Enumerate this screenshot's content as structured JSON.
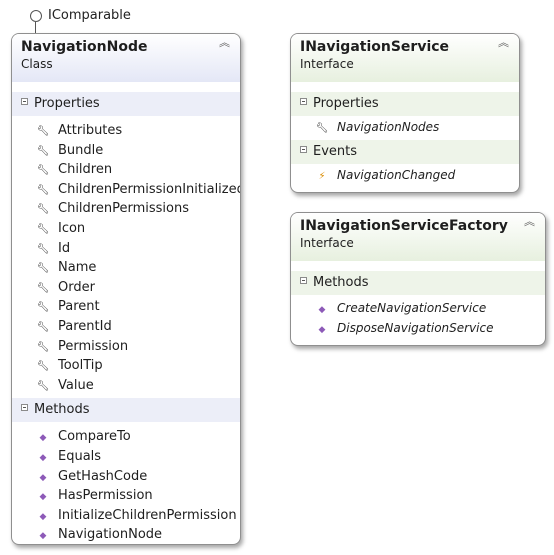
{
  "interface_lollipop": {
    "label": "IComparable"
  },
  "navigation_node": {
    "title": "NavigationNode",
    "kind": "Class",
    "properties_label": "Properties",
    "properties": [
      "Attributes",
      "Bundle",
      "Children",
      "ChildrenPermissionInitialized",
      "ChildrenPermissions",
      "Icon",
      "Id",
      "Name",
      "Order",
      "Parent",
      "ParentId",
      "Permission",
      "ToolTip",
      "Value"
    ],
    "methods_label": "Methods",
    "methods": [
      "CompareTo",
      "Equals",
      "GetHashCode",
      "HasPermission",
      "InitializeChildrenPermission",
      "NavigationNode"
    ]
  },
  "navigation_service": {
    "title": "INavigationService",
    "kind": "Interface",
    "properties_label": "Properties",
    "properties": [
      "NavigationNodes"
    ],
    "events_label": "Events",
    "events": [
      "NavigationChanged"
    ]
  },
  "navigation_service_factory": {
    "title": "INavigationServiceFactory",
    "kind": "Interface",
    "methods_label": "Methods",
    "methods": [
      "CreateNavigationService",
      "DisposeNavigationService"
    ]
  },
  "icons": {
    "property": "wrench-icon",
    "method": "method-cube-icon",
    "event": "lightning-icon",
    "collapse": "double-chevron-up-icon"
  }
}
